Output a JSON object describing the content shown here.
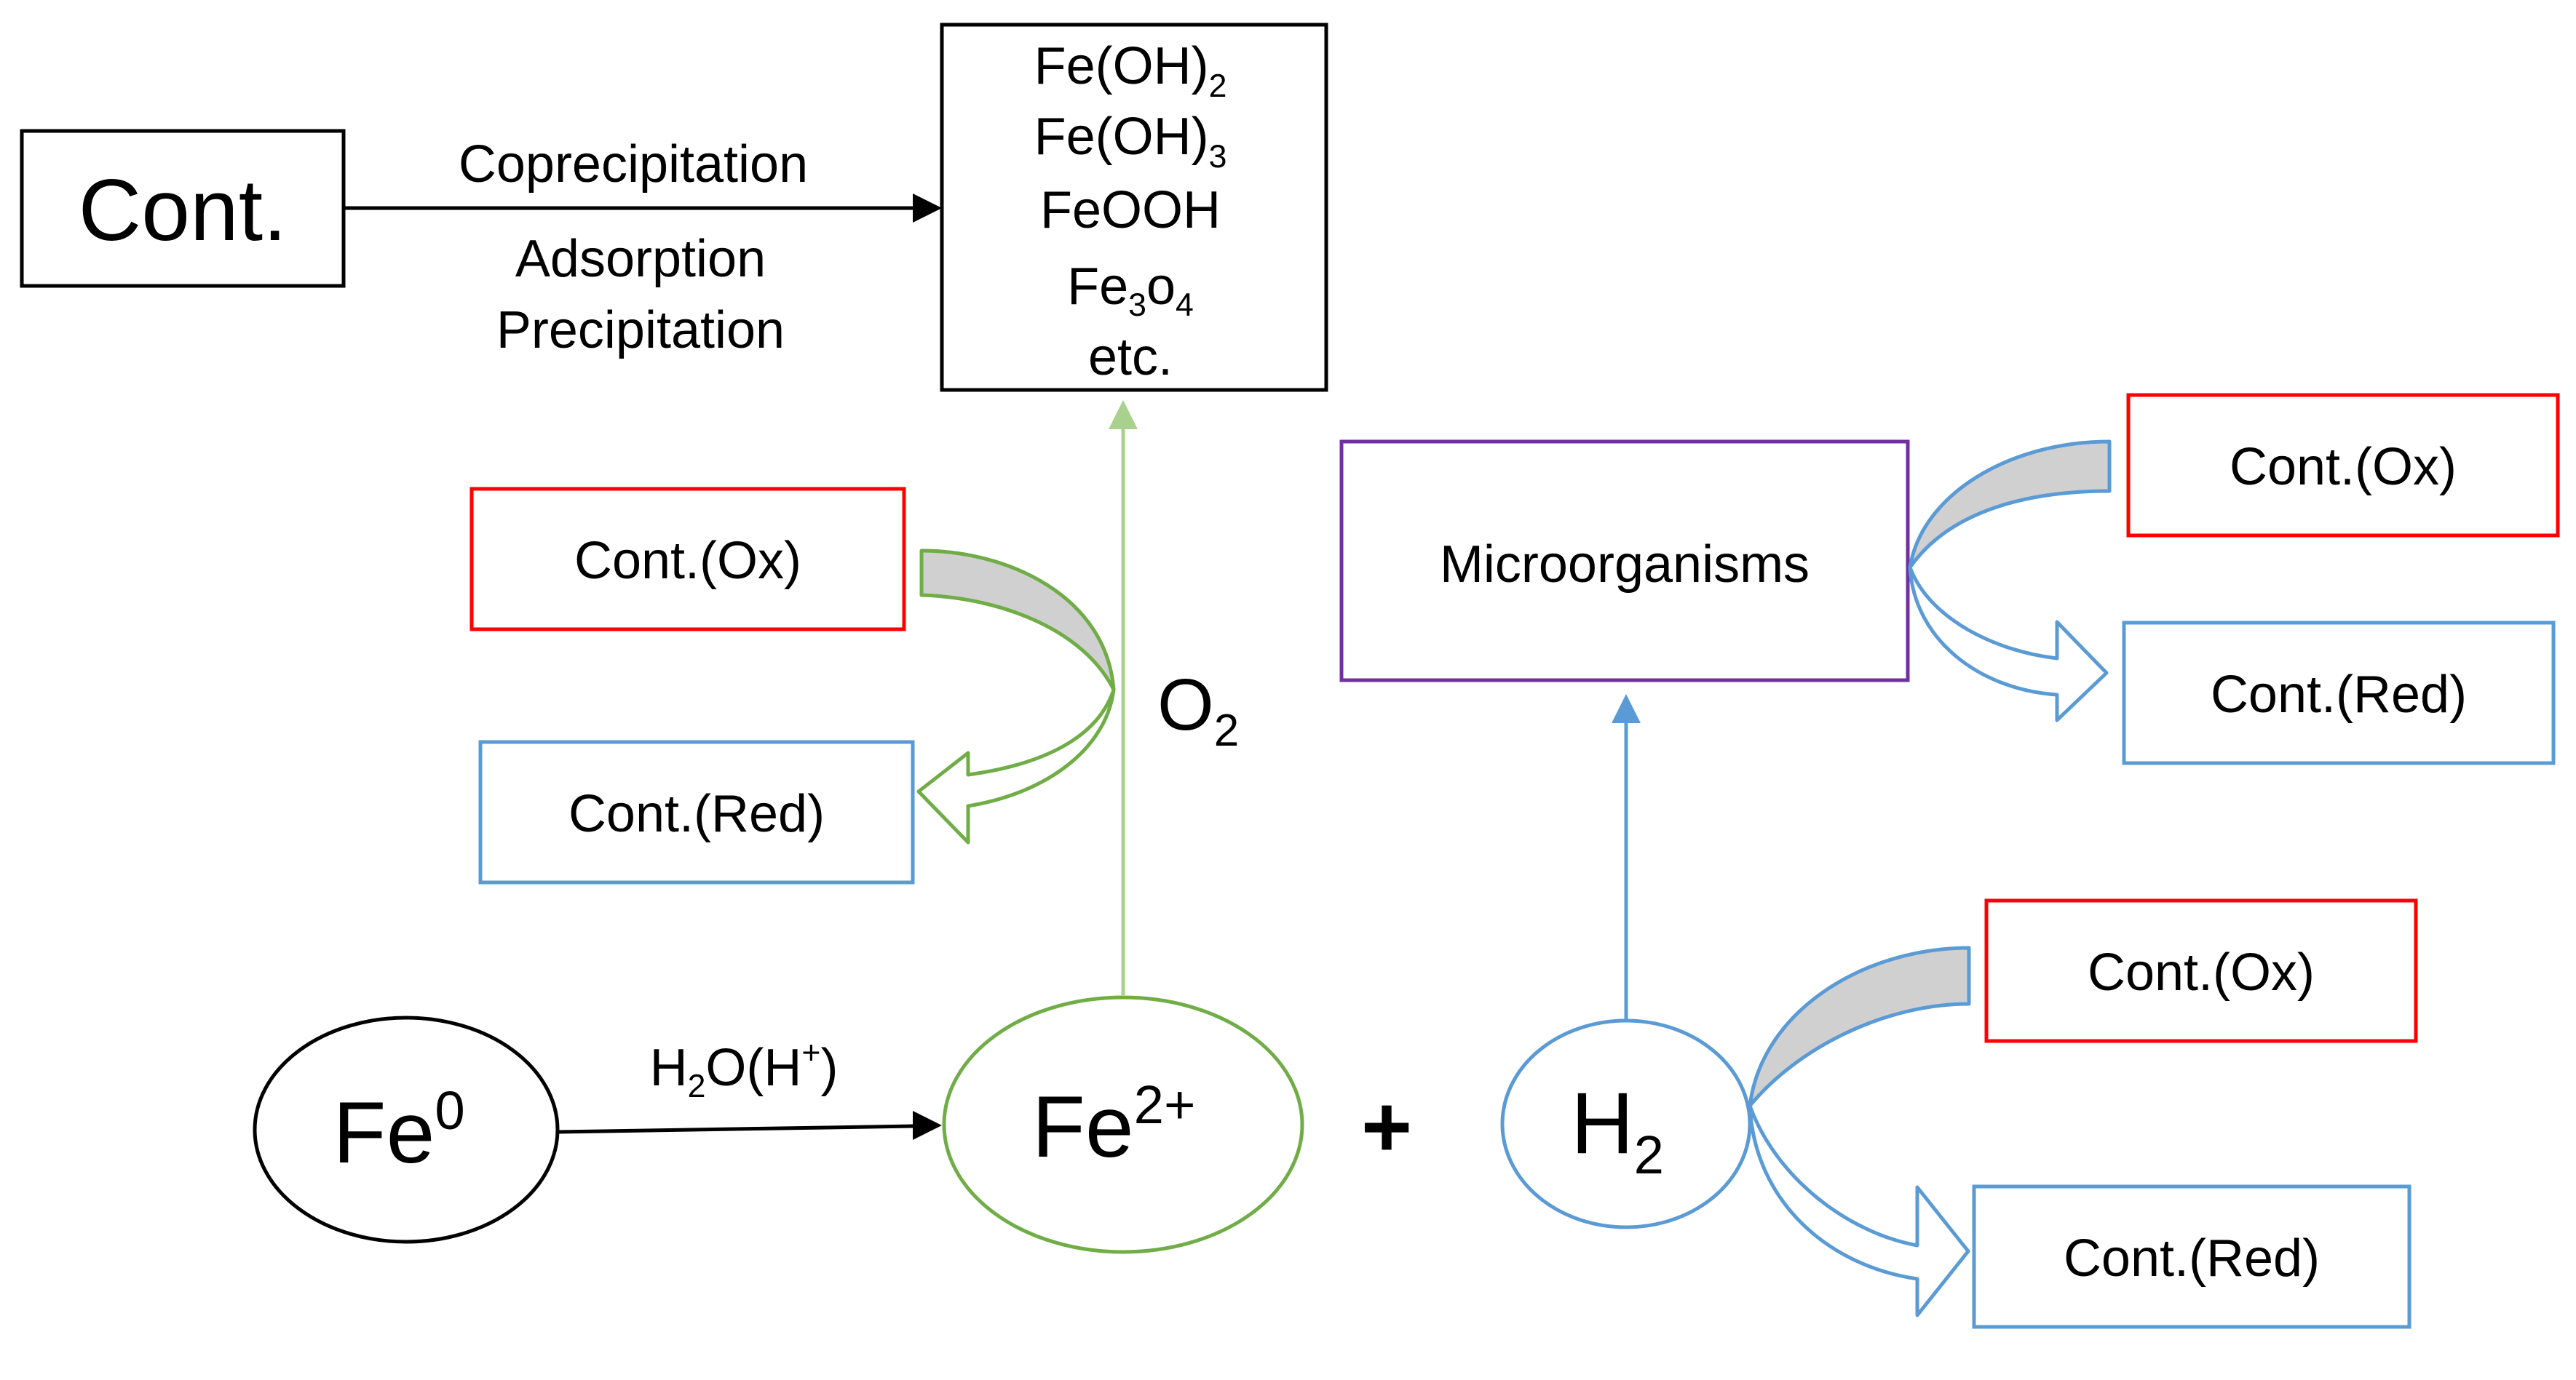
{
  "colors": {
    "black": "#000000",
    "green": "#70ad47",
    "light_green": "#a9d18e",
    "blue": "#5b9bd5",
    "red": "#ff0000",
    "purple": "#7030a0",
    "gray_fill": "#d0d0d0"
  },
  "contaminant_box": {
    "label": "Cont."
  },
  "pathway_labels": {
    "coprecipitation": "Coprecipitation",
    "adsorption": "Adsorption",
    "precipitation": "Precipitation"
  },
  "products": {
    "line1": {
      "main": "Fe(OH)",
      "sub": "2"
    },
    "line2": {
      "main": "Fe(OH)",
      "sub": "3"
    },
    "line3": "FeOOH",
    "line4": {
      "a": "Fe",
      "sub1": "3",
      "b": "o",
      "sub2": "4"
    },
    "line5": "etc."
  },
  "oxygen_label": {
    "main": "O",
    "sub": "2"
  },
  "iron": {
    "fe0": {
      "main": "Fe",
      "sup": "0"
    },
    "reaction": {
      "a": "H",
      "sub": "2",
      "b": "O(H",
      "sup": "+",
      "c": ")"
    },
    "fe2": {
      "main": "Fe",
      "sup": "2+"
    }
  },
  "plus_sign": "+",
  "hydrogen": {
    "main": "H",
    "sub": "2"
  },
  "microorganisms": {
    "label": "Microorganisms"
  },
  "left_pair": {
    "ox": "Cont.(Ox)",
    "red": "Cont.(Red)"
  },
  "top_right_pair": {
    "ox": "Cont.(Ox)",
    "red": "Cont.(Red)"
  },
  "bottom_right_pair": {
    "ox": "Cont.(Ox)",
    "red": "Cont.(Red)"
  }
}
